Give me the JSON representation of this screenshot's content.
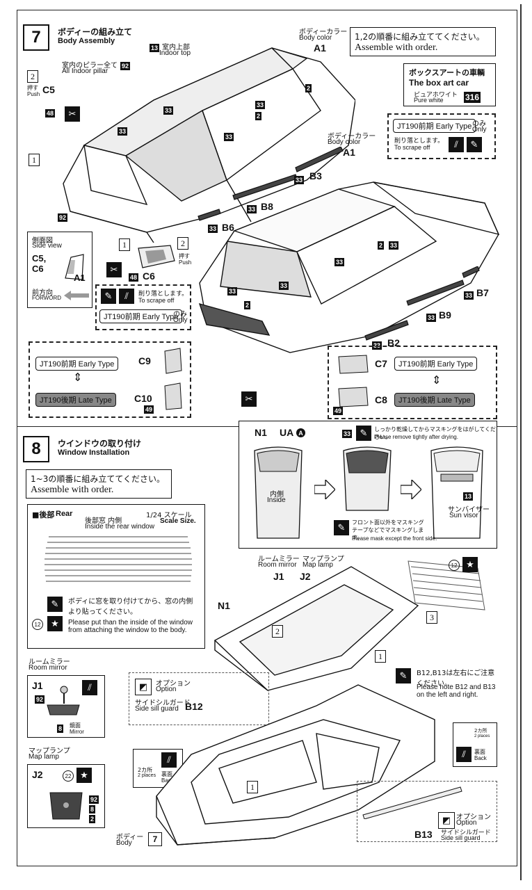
{
  "step7": {
    "number": "7",
    "title_ja": "ボディーの組み立て",
    "title_en": "Body Assembly",
    "order_ja": "1,2の順番に組み立ててください。",
    "order_en": "Assemble with order.",
    "body_color_ja": "ボディーカラー",
    "body_color_en": "Body color",
    "body_color_code": "A1",
    "box_art_ja": "ボックスアートの車輌",
    "box_art_en": "The box art car",
    "pure_white_ja": "ピュアホワイト",
    "pure_white_en": "Pure white",
    "pure_white_code": "316",
    "indoor_top_ja": "室内上部",
    "indoor_top_en": "Indoor top",
    "pillar_ja": "室内のピラー全て",
    "pillar_en": "All Indoor pillar",
    "push_ja": "押す",
    "push_en": "Push",
    "side_view_ja": "側面図",
    "side_view_en": "Side view",
    "forward_ja": "前方向",
    "forward_en": "FORWORD",
    "scrape_ja": "削り落とします。",
    "scrape_en": "To scrape off",
    "only_ja": "のみ",
    "only_en": "Only",
    "early_type": "JT190前期 Early Type",
    "late_type": "JT190後期 Late Type",
    "parts": {
      "c5": "C5",
      "c5c6": "C5,",
      "c6": "C6",
      "c6b": "C6",
      "a1": "A1",
      "b3": "B3",
      "b8": "B8",
      "b6": "B6",
      "b7": "B7",
      "b9": "B9",
      "b2": "B2",
      "c9": "C9",
      "c10": "C10",
      "c7": "C7",
      "c8": "C8"
    },
    "colors": {
      "n33": "33",
      "n92": "92",
      "n2": "2",
      "n13": "13",
      "n48": "48",
      "n49": "49"
    },
    "steps": {
      "one": "1",
      "two": "2"
    }
  },
  "step8": {
    "number": "8",
    "title_ja": "ウインドウの取り付け",
    "title_en": "Window Installation",
    "order_ja": "1~3の順番に組み立ててください。",
    "order_en": "Assemble with order.",
    "n1": "N1",
    "ua": "UA",
    "ua_circle": "A",
    "inside_ja": "内側",
    "inside_en": "Inside",
    "masking_ja": "しっかり乾燥してからマスキングをはがしてください。",
    "masking_en": "Please remove tightly after drying.",
    "mask_front_ja": "フロント面以外をマスキングテープなどでマスキングします。",
    "mask_front_en": "Please mask except the front side.",
    "sun_visor_ja": "サンバイザー",
    "sun_visor_en": "Sun visor",
    "rear_ja": "■後部",
    "rear_en": "Rear",
    "rear_window_ja": "後部窓 内側",
    "rear_window_en": "Inside the rear window",
    "scale_ja": "1/24 スケール",
    "scale_en": "Scale Size.",
    "window_note_ja": "ボディに窓を取り付けてから、窓の内側より貼ってください。",
    "window_note_en": "Please put than the inside of the window from attaching the window to the body.",
    "room_mirror_ja": "ルームミラー",
    "room_mirror_en": "Room mirror",
    "map_lamp_ja": "マップランプ",
    "map_lamp_en": "Map lamp",
    "mirror_ja": "鏡面",
    "mirror_en": "Mirror",
    "j1": "J1",
    "j2": "J2",
    "option_ja": "オプション",
    "option_en": "Option",
    "side_sill_ja": "サイドシルガード",
    "side_sill_en": "Side sill guard",
    "b12": "B12",
    "b13": "B13",
    "two_places_ja": "2カ所",
    "two_places_en": "2 places",
    "back_ja": "裏面",
    "back_en": "Back",
    "b12b13_note_ja": "B12,B13は左右にご注意ください。",
    "b12b13_note_en": "Please note B12 and B13 on the left and right.",
    "body_ja": "ボディー",
    "body_en": "Body",
    "body_step": "7",
    "decal12": "12",
    "steps": {
      "one": "1",
      "two": "2",
      "three": "3"
    }
  }
}
